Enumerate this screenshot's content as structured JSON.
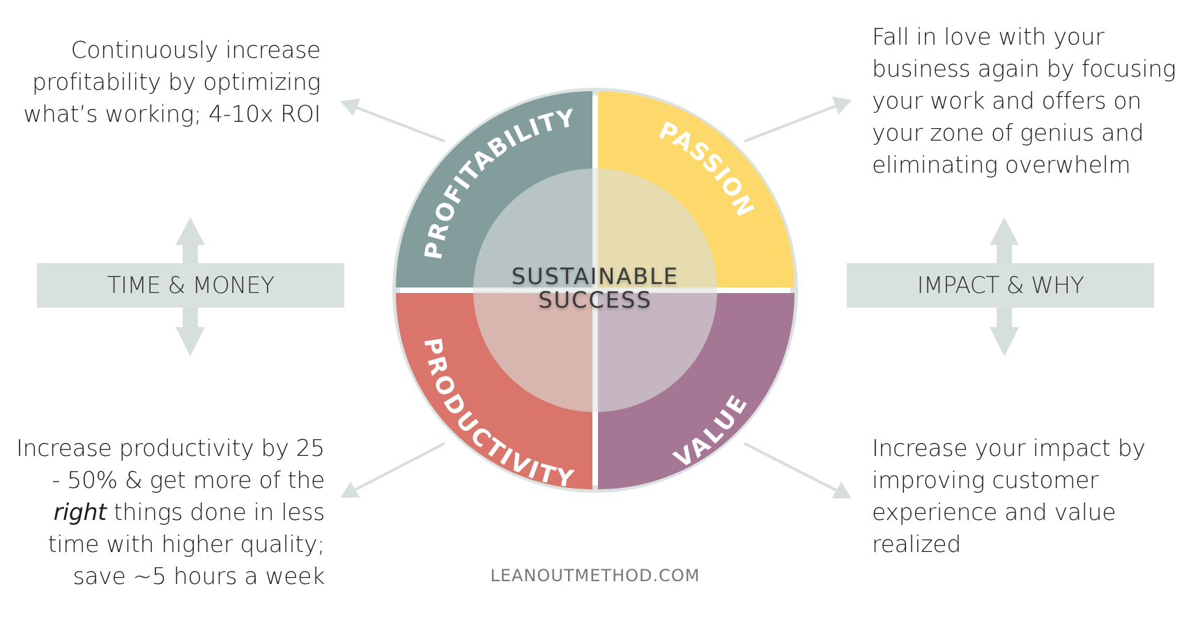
{
  "diagram": {
    "center": {
      "line1": "SUSTAINABLE",
      "line2": "SUCCESS"
    },
    "segments": [
      {
        "label": "PROFITABILITY",
        "color": "#839c9c"
      },
      {
        "label": "PASSION",
        "color": "#fdd96b"
      },
      {
        "label": "PRODUCTIVITY",
        "color": "#d9756a"
      },
      {
        "label": "VALUE",
        "color": "#a57795"
      }
    ],
    "ring_color": "#dbe3e2",
    "inner_color": "#d9dddb"
  },
  "descriptions": {
    "top_left": [
      "Continuously increase",
      "profitability by optimizing",
      "what’s working; 4-10x ROI"
    ],
    "top_right": [
      "Fall in love with your",
      "business again by focusing",
      "your work and offers on",
      "your zone of genius and",
      "eliminating overwhelm"
    ],
    "bottom_left": {
      "line1": "Increase productivity by 25",
      "line2": "- 50% & get more of the",
      "line3_italic": "right",
      "line3_rest": " things done in less",
      "line4": "time with higher quality;",
      "line5": "save ~5 hours a week"
    },
    "bottom_right": [
      "Increase your impact by",
      "improving customer",
      "experience and value",
      "realized"
    ]
  },
  "bars": {
    "left": "TIME & MONEY",
    "right": "IMPACT & WHY"
  },
  "footer": "LEANOUTMETHOD.COM"
}
